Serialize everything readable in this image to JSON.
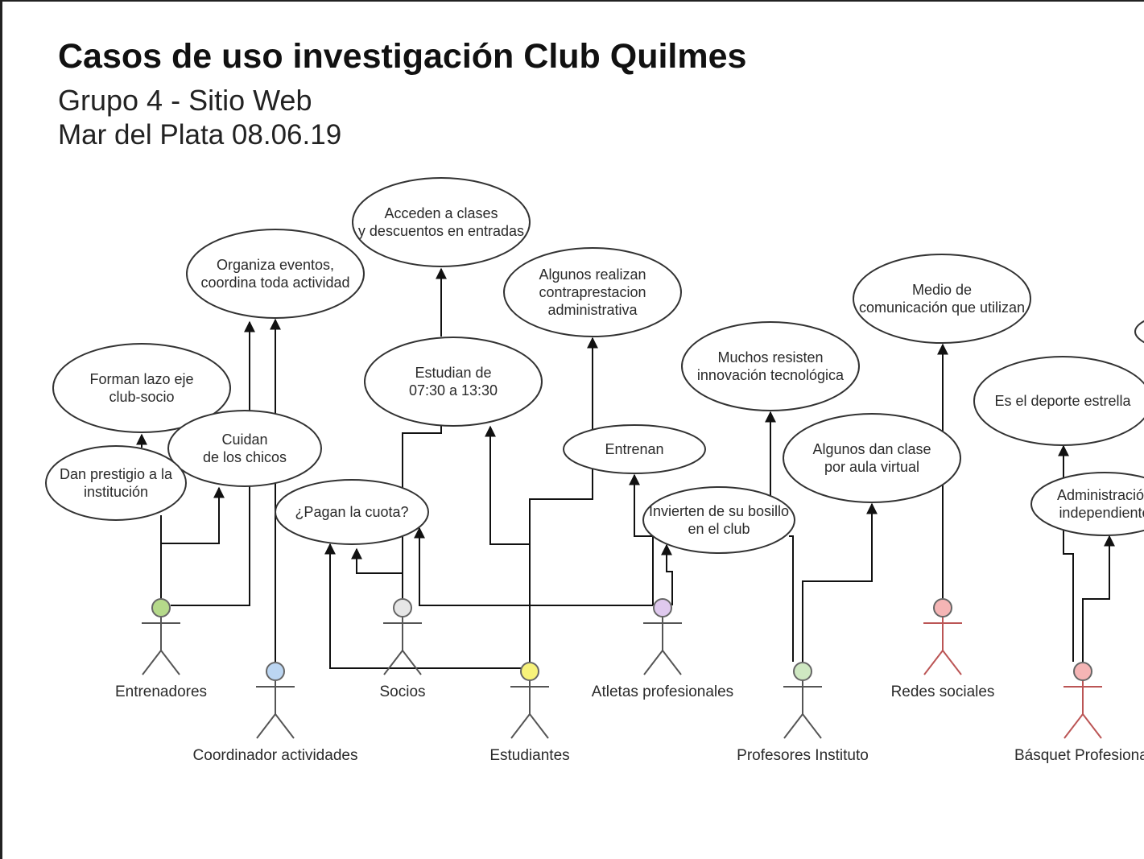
{
  "title": "Casos de uso investigación Club Quilmes",
  "subtitle": "Grupo 4 - Sitio Web",
  "date_line": "Mar del Plata 08.06.19",
  "use_cases": [
    {
      "id": "organiza",
      "lines": [
        "Organiza eventos,",
        "coordina toda actividad"
      ]
    },
    {
      "id": "acceden",
      "lines": [
        "Acceden a clases",
        "y descuentos en entradas"
      ]
    },
    {
      "id": "algunos-realizan",
      "lines": [
        "Algunos realizan",
        "contraprestacion",
        "administrativa"
      ]
    },
    {
      "id": "medio",
      "lines": [
        "Medio de",
        "comunicación que utilizan"
      ]
    },
    {
      "id": "forman",
      "lines": [
        "Forman lazo eje",
        "club-socio"
      ]
    },
    {
      "id": "estudian",
      "lines": [
        "Estudian de",
        "07:30 a 13:30"
      ]
    },
    {
      "id": "muchos",
      "lines": [
        "Muchos resisten",
        "innovación tecnológica"
      ]
    },
    {
      "id": "deporte",
      "lines": [
        "Es el deporte estrella"
      ]
    },
    {
      "id": "cuidan",
      "lines": [
        "Cuidan",
        "de los chicos"
      ]
    },
    {
      "id": "entrenan",
      "lines": [
        "Entrenan"
      ]
    },
    {
      "id": "aula",
      "lines": [
        "Algunos dan clase",
        "por aula virtual"
      ]
    },
    {
      "id": "prestigio",
      "lines": [
        "Dan prestigio a la",
        "institución"
      ]
    },
    {
      "id": "cuota",
      "lines": [
        "¿Pagan la cuota?"
      ]
    },
    {
      "id": "invierten",
      "lines": [
        "Invierten de su bosillo",
        "en el club"
      ]
    },
    {
      "id": "admin",
      "lines": [
        "Administración",
        "independiente"
      ]
    }
  ],
  "actors": [
    {
      "id": "entrenadores",
      "label": "Entrenadores",
      "color": "#b5d98a"
    },
    {
      "id": "coordinador",
      "label": "Coordinador actividades",
      "color": "#bcd6f2"
    },
    {
      "id": "socios",
      "label": "Socios",
      "color": "#e6e6e6"
    },
    {
      "id": "estudiantes",
      "label": "Estudiantes",
      "color": "#f7f27a"
    },
    {
      "id": "atletas",
      "label": "Atletas profesionales",
      "color": "#dfc9ee"
    },
    {
      "id": "profesores",
      "label": "Profesores Instituto",
      "color": "#cfe8c2"
    },
    {
      "id": "redes",
      "label": "Redes sociales",
      "color": "#f5b5b5"
    },
    {
      "id": "basquet",
      "label": "Básquet Profesional",
      "color": "#f5b5b5"
    }
  ],
  "colors": {
    "line": "#111111",
    "actor_body": "#555555"
  }
}
